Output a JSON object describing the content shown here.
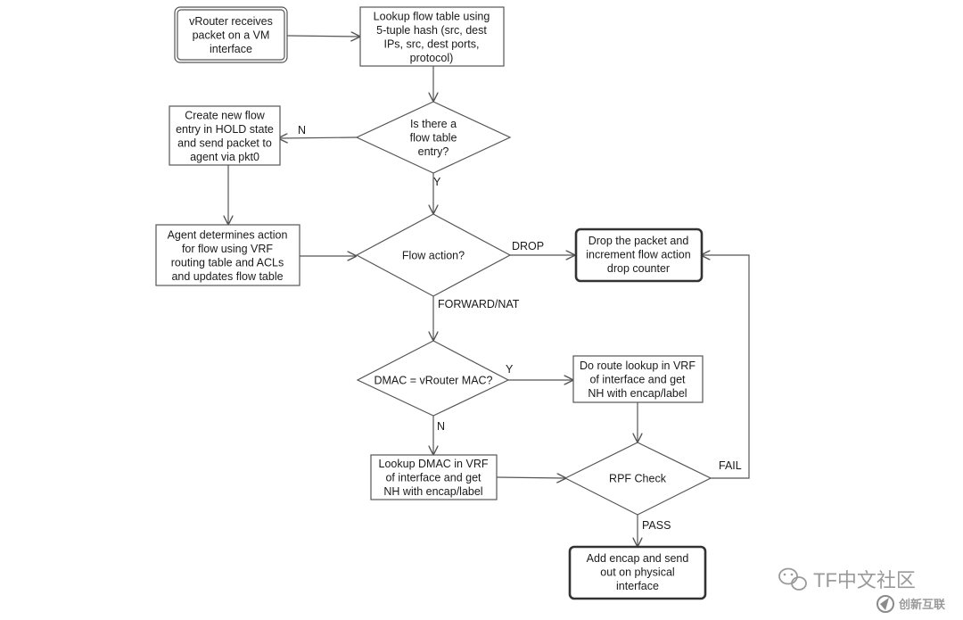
{
  "nodes": {
    "start": {
      "lines": [
        "vRouter receives",
        "packet on a VM",
        "interface"
      ]
    },
    "lookup_flow": {
      "lines": [
        "Lookup flow table using",
        "5-tuple hash (src, dest",
        "IPs, src, dest ports,",
        "protocol)"
      ]
    },
    "is_flow_entry": {
      "lines": [
        "Is there a",
        "flow table",
        "entry?"
      ]
    },
    "create_entry": {
      "lines": [
        "Create new flow",
        "entry in HOLD state",
        "and send packet to",
        "agent via pkt0"
      ]
    },
    "agent_determines": {
      "lines": [
        "Agent determines action",
        "for flow using VRF",
        "routing table and ACLs",
        "and updates flow table"
      ]
    },
    "flow_action": {
      "lines": [
        "Flow action?"
      ]
    },
    "drop_packet": {
      "lines": [
        "Drop the packet and",
        "increment flow action",
        "drop counter"
      ]
    },
    "dmac_check": {
      "lines": [
        "DMAC = vRouter MAC?"
      ]
    },
    "route_lookup": {
      "lines": [
        "Do route lookup in VRF",
        "of interface and get",
        "NH with encap/label"
      ]
    },
    "lookup_dmac": {
      "lines": [
        "Lookup DMAC in VRF",
        "of interface and get",
        "NH with encap/label"
      ]
    },
    "rpf_check": {
      "lines": [
        "RPF Check"
      ]
    },
    "add_encap": {
      "lines": [
        "Add encap and send",
        "out on physical",
        "interface"
      ]
    }
  },
  "edge_labels": {
    "no_entry": "N",
    "yes_entry": "Y",
    "drop": "DROP",
    "forward_nat": "FORWARD/NAT",
    "dmac_yes": "Y",
    "dmac_no": "N",
    "fail": "FAIL",
    "pass": "PASS"
  },
  "watermark": {
    "primary": "TF中文社区",
    "secondary": "创新互联"
  }
}
